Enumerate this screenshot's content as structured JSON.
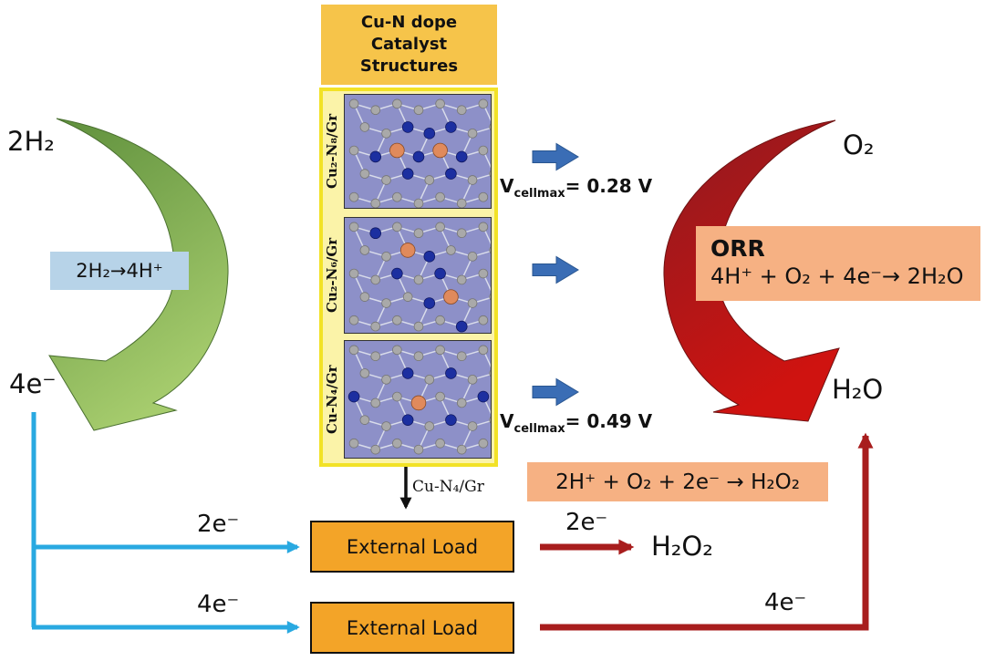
{
  "header": {
    "line1": "Cu-N dope",
    "line2": "Catalyst",
    "line3": "Structures"
  },
  "catalyst_panels": [
    {
      "label": "Cu₂-N₈/Gr"
    },
    {
      "label": "Cu₂-N₆/Gr"
    },
    {
      "label": "Cu-N₄/Gr"
    }
  ],
  "voltages": {
    "top": {
      "symbol": "V",
      "sub": "cellmax",
      "value": "= 0.28 V"
    },
    "bottom": {
      "symbol": "V",
      "sub": "cellmax",
      "value": "= 0.49 V"
    }
  },
  "left_cycle": {
    "input": "2H₂",
    "reaction": "2H₂→4H⁺",
    "electrons": "4e⁻"
  },
  "right_cycle": {
    "input": "O₂",
    "orr_title": "ORR",
    "orr_reaction": "4H⁺ + O₂ + 4e⁻→ 2H₂O",
    "product": "H₂O"
  },
  "peroxide": {
    "reaction": "2H⁺ + O₂ + 2e⁻ → H₂O₂",
    "product": "H₂O₂"
  },
  "loads": {
    "label1": "External Load",
    "label2": "External Load"
  },
  "electron_labels": {
    "left_top": "2e⁻",
    "left_bottom": "4e⁻",
    "right_top": "2e⁻",
    "right_bottom": "4e⁻"
  },
  "down_arrow_label": "Cu-N₄/Gr",
  "colors": {
    "gold_box": "#f6c44a",
    "column_border": "#f2e226",
    "panel_bg": "#8d90c8",
    "atom_carbon": "#a9a9a9",
    "atom_nitrogen": "#1c2fa0",
    "atom_copper": "#e08a5c",
    "bond": "#d9dcea",
    "green_dark": "#5e8f3c",
    "green_light": "#a6cc6d",
    "red_dark": "#8e1a20",
    "red_bright": "#cf1310",
    "steel_blue": "#3a6db5",
    "cyan": "#29a9e1",
    "dark_red_arrow": "#a81d1d",
    "orange_box": "#f6b183",
    "load_box": "#f3a428",
    "light_blue_box": "#b7d3e8"
  }
}
